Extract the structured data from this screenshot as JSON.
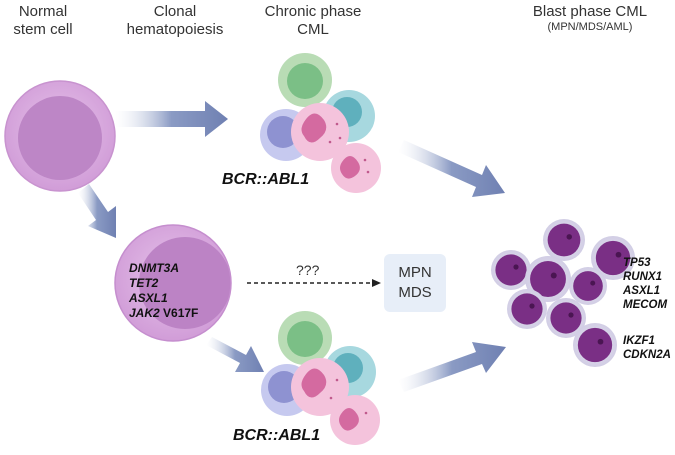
{
  "headers": {
    "normal": [
      "Normal",
      "stem cell"
    ],
    "clonal": [
      "Clonal",
      "hematopoiesis"
    ],
    "chronic": [
      "Chronic phase",
      "CML"
    ],
    "blast": [
      "Blast phase CML"
    ],
    "blast_sub": "(MPN/MDS/AML)"
  },
  "clonal_genes": [
    {
      "gene": "DNMT3A",
      "suffix": ""
    },
    {
      "gene": "TET2",
      "suffix": ""
    },
    {
      "gene": "ASXL1",
      "suffix": ""
    },
    {
      "gene": "JAK2",
      "suffix": " V617F"
    }
  ],
  "bcr_abl_label": "BCR::ABL1",
  "uncertain_label": "???",
  "outcome_box": [
    "MPN",
    "MDS"
  ],
  "blast_genes_top": [
    "TP53",
    "RUNX1",
    "ASXL1",
    "MECOM"
  ],
  "blast_genes_bottom": [
    "IKZF1",
    "CDKN2A"
  ],
  "colors": {
    "arrow": "#7d8fbd",
    "stem_outer": "#d7a8dd",
    "stem_inner": "#b97fc2",
    "blast_cell": "#7a2f85",
    "box": "#e7eef8"
  }
}
